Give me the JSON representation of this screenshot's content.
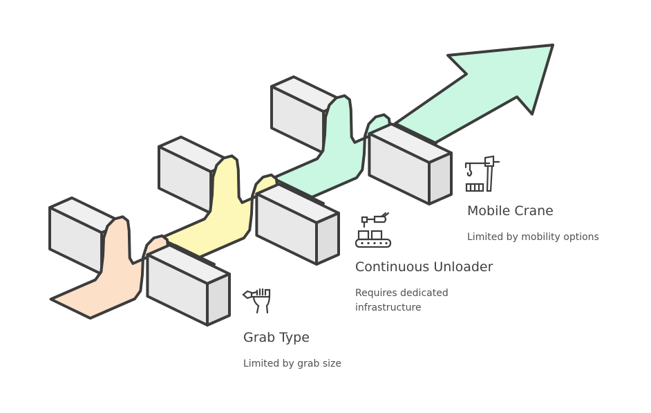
{
  "colors": {
    "grab": "#fde0c8",
    "continuous": "#fdf7b8",
    "crane": "#c9f7e1",
    "block": "#e8e8e8",
    "stroke": "#3c3c3c"
  },
  "steps": [
    {
      "title": "Grab Type",
      "description": "Limited by grab size",
      "icon": "hand-grab-icon"
    },
    {
      "title": "Continuous Unloader",
      "description": "Requires dedicated infrastructure",
      "icon": "conveyor-robot-icon"
    },
    {
      "title": "Mobile Crane",
      "description": "Limited by mobility options",
      "icon": "crane-icon"
    }
  ]
}
